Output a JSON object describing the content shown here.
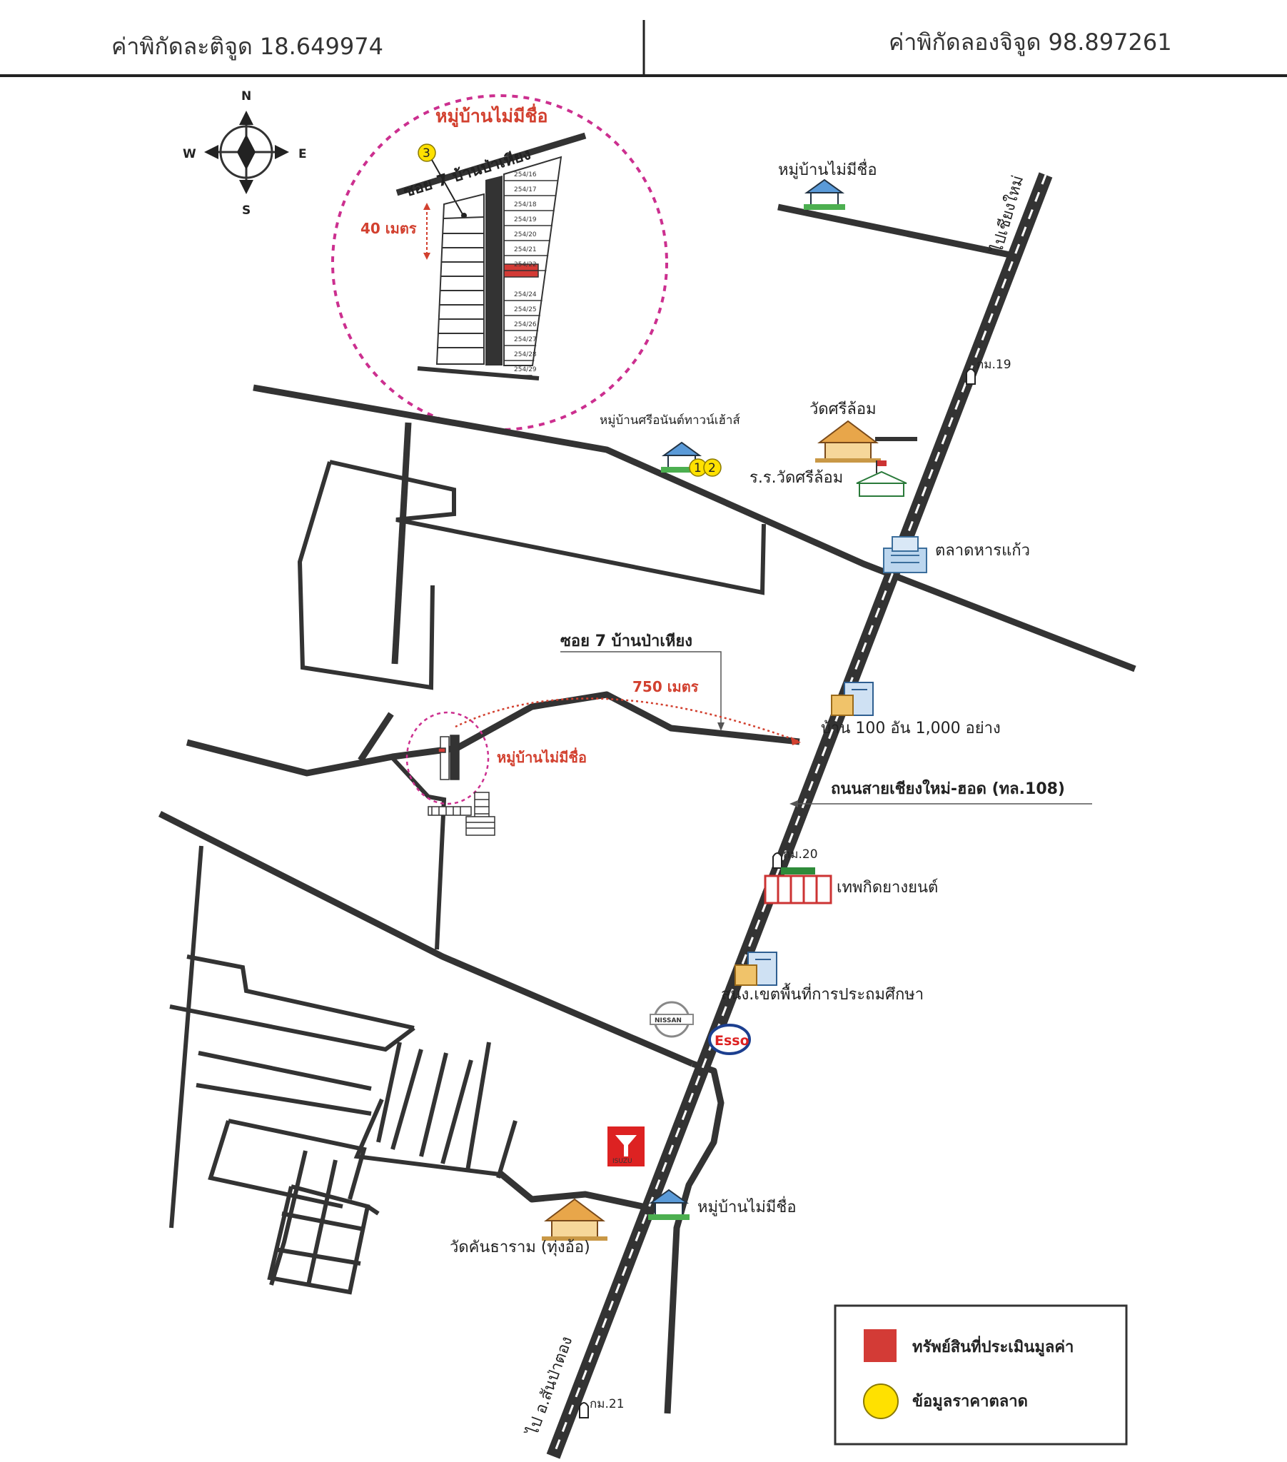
{
  "header": {
    "latitude_text": "ค่าพิกัดละติจูด 18.649974",
    "longitude_text": "ค่าพิกัดลองจิจูด 98.897261"
  },
  "compass": {
    "n": "N",
    "s": "S",
    "e": "E",
    "w": "W"
  },
  "inset": {
    "title": "หมู่บ้านไม่มีชื่อ",
    "road_label": "ซอย 7 บ้านป่าเหียง",
    "distance": "40 เมตร",
    "marker": "3",
    "plots": [
      "254/16",
      "254/17",
      "254/18",
      "254/19",
      "254/20",
      "254/21",
      "254/22",
      "254/24",
      "254/25",
      "254/26",
      "254/27",
      "254/28",
      "254/29"
    ]
  },
  "labels": {
    "to_chiangmai": "ไปเชียงใหม่",
    "village_ne": "หมู่บ้านไม่มีชื่อ",
    "km19": "กม.19",
    "km20": "กม.20",
    "km21": "กม.21",
    "wat_sri_lom": "วัดศรีล้อม",
    "school": "ร.ร.วัดศรีล้อม",
    "village_srinan": "หมู่บ้านศรีอนันต์ทาวน์เฮ้าส์",
    "market": "ตลาดหารแก้ว",
    "soi7": "ซอย 7 บ้านป่าเหียง",
    "dist750": "750 เมตร",
    "shop100": "บ้าน 100 อัน 1,000 อย่าง",
    "target_village": "หมู่บ้านไม่มีชื่อ",
    "highway": "ถนนสายเชียงใหม่-ฮอด (ทล.108)",
    "tyre": "เทพกิดยางยนต์",
    "edu_office": "สนง.เขตพื้นที่การประถมศึกษา",
    "village_south": "หมู่บ้านไม่มีชื่อ",
    "wat_kan": "วัดคันธาราม (ทุ่งอ้อ)",
    "to_sanpatong": "ไป อ.สันป่าตอง",
    "esso": "Esso",
    "nissan": "NISSAN",
    "isuzu": "ISUZU",
    "m1": "1",
    "m2": "2"
  },
  "legend": {
    "property": "ทรัพย์สินที่ประเมินมูลค่า",
    "market_data": "ข้อมูลราคาตลาด",
    "property_color": "#d33b36",
    "market_color": "#ffe100"
  },
  "colors": {
    "accent_red": "#d2402f",
    "inset_border": "#cc2f8f",
    "road": "#333333"
  }
}
